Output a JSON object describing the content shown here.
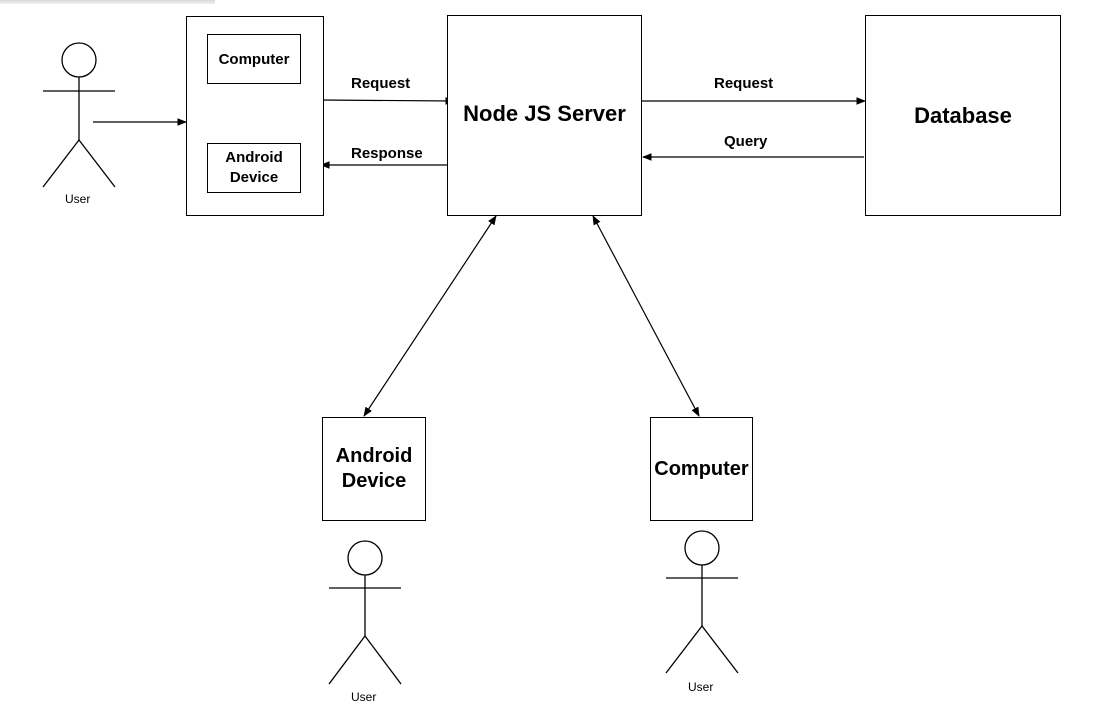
{
  "nodes": {
    "server": {
      "label": "Node JS Server"
    },
    "database": {
      "label": "Database"
    },
    "client_group": {
      "computer_label": "Computer",
      "android_label": "Android\nDevice"
    },
    "android_bottom": {
      "label": "Android\nDevice"
    },
    "computer_bottom": {
      "label": "Computer"
    }
  },
  "edges": {
    "client_to_server": "Request",
    "server_to_client": "Response",
    "server_to_db": "Request",
    "db_to_server": "Query"
  },
  "actors": {
    "top_left": "User",
    "bottom_left": "User",
    "bottom_right": "User"
  },
  "colors": {
    "stroke": "#000000",
    "background": "#ffffff"
  }
}
